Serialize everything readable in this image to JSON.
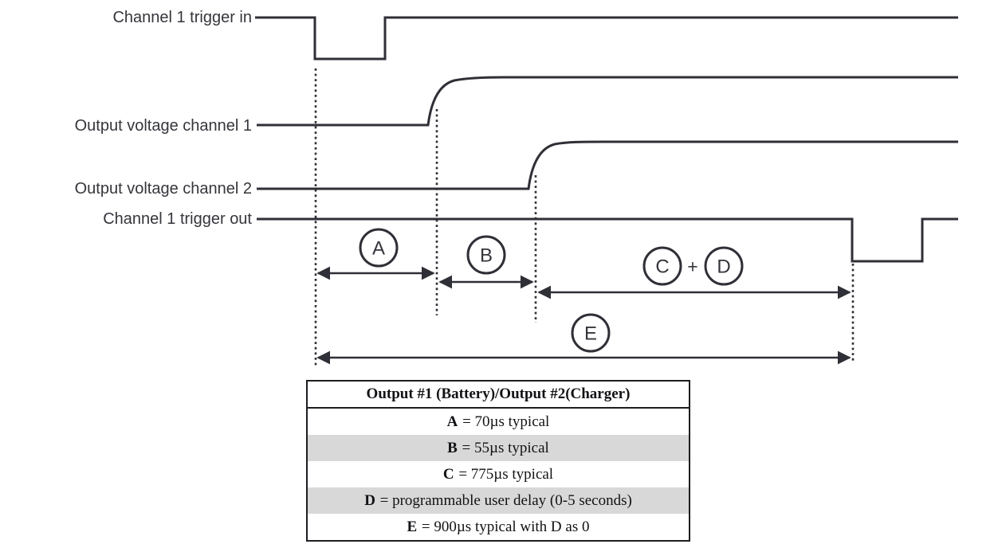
{
  "colors": {
    "line": "#2f2f37",
    "label_text": "#35353c",
    "table_text": "#121216",
    "table_row_shade": "#d8d8d8",
    "background": "#ffffff"
  },
  "signals": [
    {
      "label": "Channel 1 trigger in"
    },
    {
      "label": "Output voltage channel 1"
    },
    {
      "label": "Output voltage channel 2"
    },
    {
      "label": "Channel 1 trigger out"
    }
  ],
  "markers": {
    "a": "A",
    "b": "B",
    "c": "C",
    "plus": "+",
    "d": "D",
    "e": "E"
  },
  "table": {
    "header": "Output #1 (Battery)/Output #2(Charger)",
    "rows": [
      {
        "term": "A",
        "text": "= 70µs typical"
      },
      {
        "term": "B",
        "text": "= 55µs typical"
      },
      {
        "term": "C",
        "text": "= 775µs typical"
      },
      {
        "term": "D",
        "text": "= programmable user delay (0-5 seconds)"
      },
      {
        "term": "E",
        "text": "= 900µs typical with D as 0"
      }
    ]
  }
}
